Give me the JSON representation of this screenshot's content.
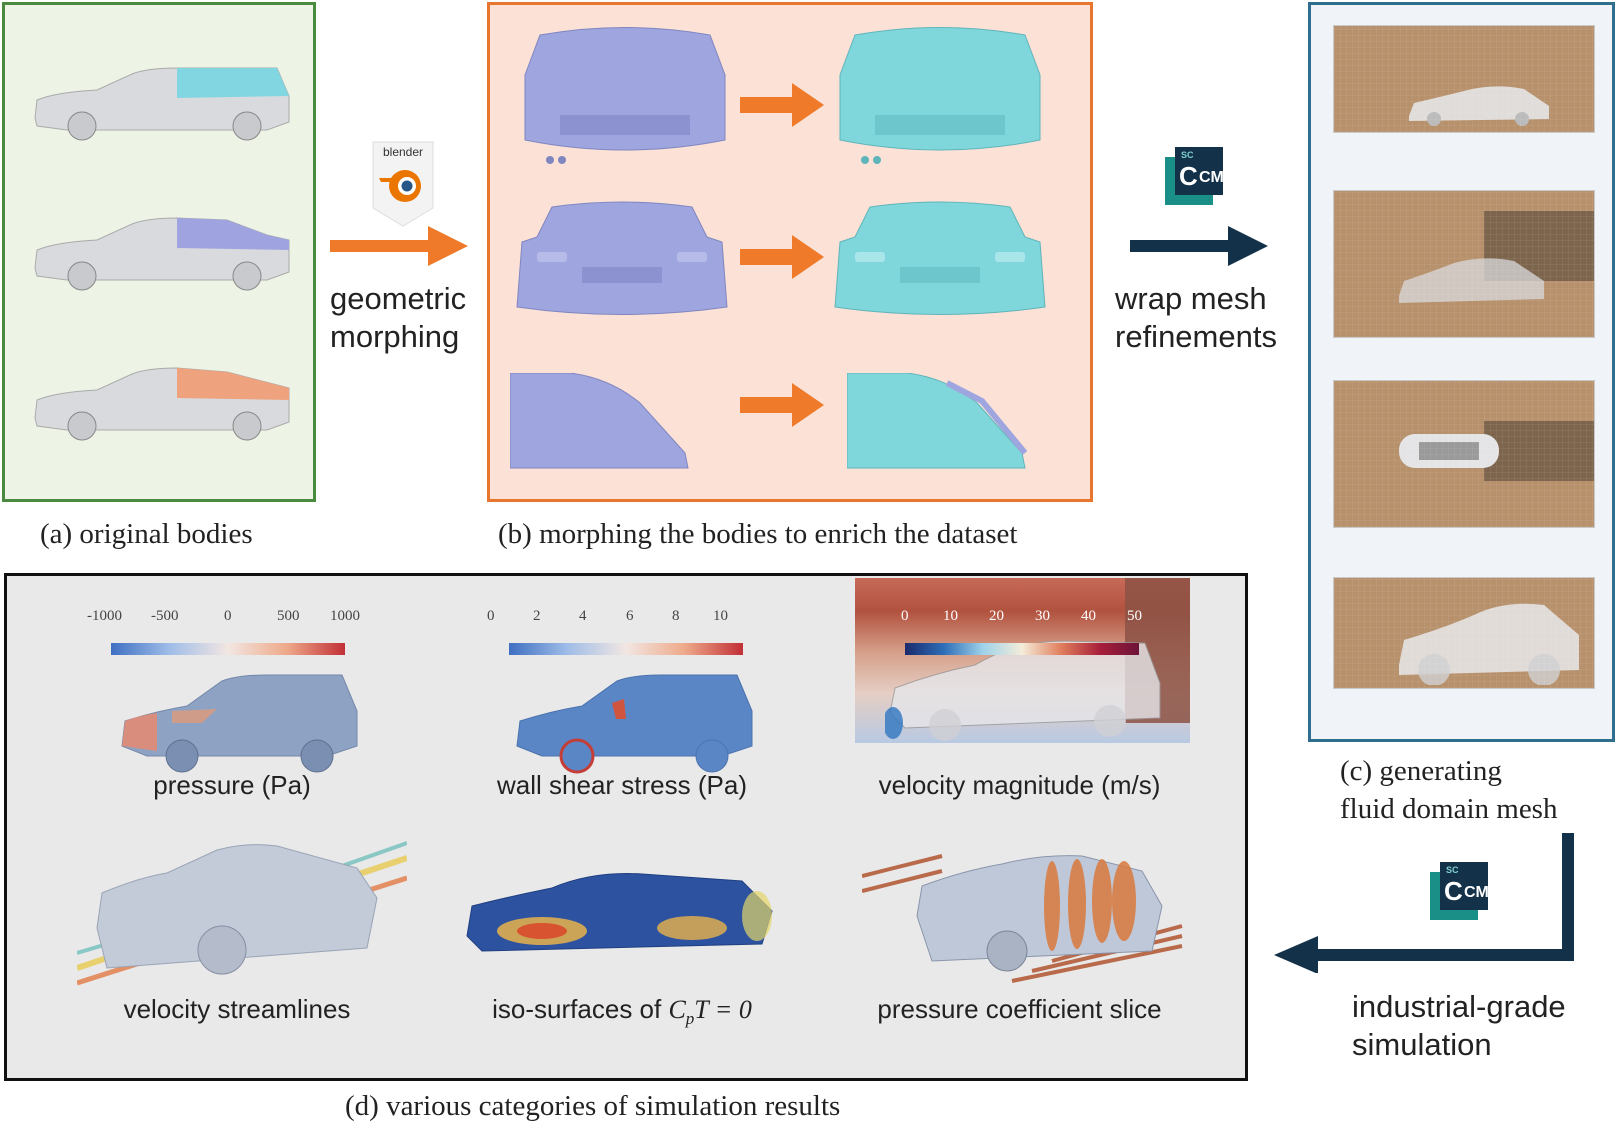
{
  "panels": {
    "a": {
      "caption": "(a) original bodies"
    },
    "b": {
      "caption": "(b) morphing the bodies to enrich the dataset"
    },
    "c": {
      "caption_line1": "(c) generating",
      "caption_line2": "fluid domain mesh"
    },
    "d": {
      "caption": "(d) various categories of simulation results"
    }
  },
  "steps": {
    "morphing": {
      "line1": "geometric",
      "line2": "morphing",
      "tool": "blender"
    },
    "wrap": {
      "line1": "wrap mesh",
      "line2": "refinements",
      "tool_sc": "SC",
      "tool_c": "C",
      "tool_cm": "CM"
    },
    "simulation": {
      "line1": "industrial-grade",
      "line2": "simulation",
      "tool_sc": "SC",
      "tool_c": "C",
      "tool_cm": "CM"
    }
  },
  "results": {
    "pressure": {
      "label": "pressure (Pa)",
      "ticks": [
        "-1000",
        "-500",
        "0",
        "500",
        "1000"
      ]
    },
    "wss": {
      "label": "wall shear stress (Pa)",
      "ticks": [
        "0",
        "2",
        "4",
        "6",
        "8",
        "10"
      ]
    },
    "velocity": {
      "label": "velocity magnitude (m/s)",
      "ticks": [
        "0",
        "10",
        "20",
        "30",
        "40",
        "50"
      ]
    },
    "streamlines": {
      "label": "velocity streamlines"
    },
    "iso": {
      "label_prefix": "iso-surfaces of ",
      "label_math": "C",
      "label_sub": "p",
      "label_math2": "T = 0"
    },
    "cp_slice": {
      "label": "pressure coefficient slice"
    }
  },
  "colors": {
    "green": "#4a8a3e",
    "orange": "#e9762e",
    "blue_frame": "#2f6e8e",
    "arrow_orange": "#ee7a2a",
    "arrow_navy": "#13324a",
    "car_grey": "#d9dadd",
    "car_cyan": "#82d6e2",
    "car_purple": "#9fa4e0",
    "car_salmon": "#eea27e",
    "morph_src": "#9ea5df",
    "morph_dst": "#7fd6db"
  }
}
